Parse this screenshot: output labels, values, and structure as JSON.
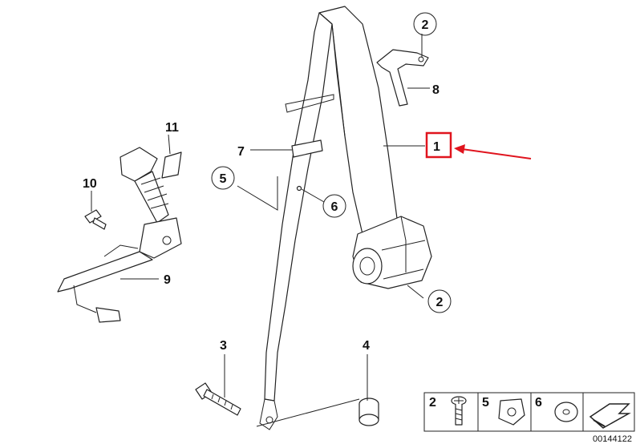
{
  "callouts": {
    "c1": "1",
    "c2_top": "2",
    "c2_bottom": "2",
    "c3": "3",
    "c4": "4",
    "c5": "5",
    "c6": "6",
    "c7": "7",
    "c8": "8",
    "c9": "9",
    "c10": "10",
    "c11": "11"
  },
  "legend": {
    "items": [
      "2",
      "5",
      "6"
    ]
  },
  "diagram_id": "00144122",
  "colors": {
    "highlight": "#e0141e",
    "line": "#222222"
  }
}
